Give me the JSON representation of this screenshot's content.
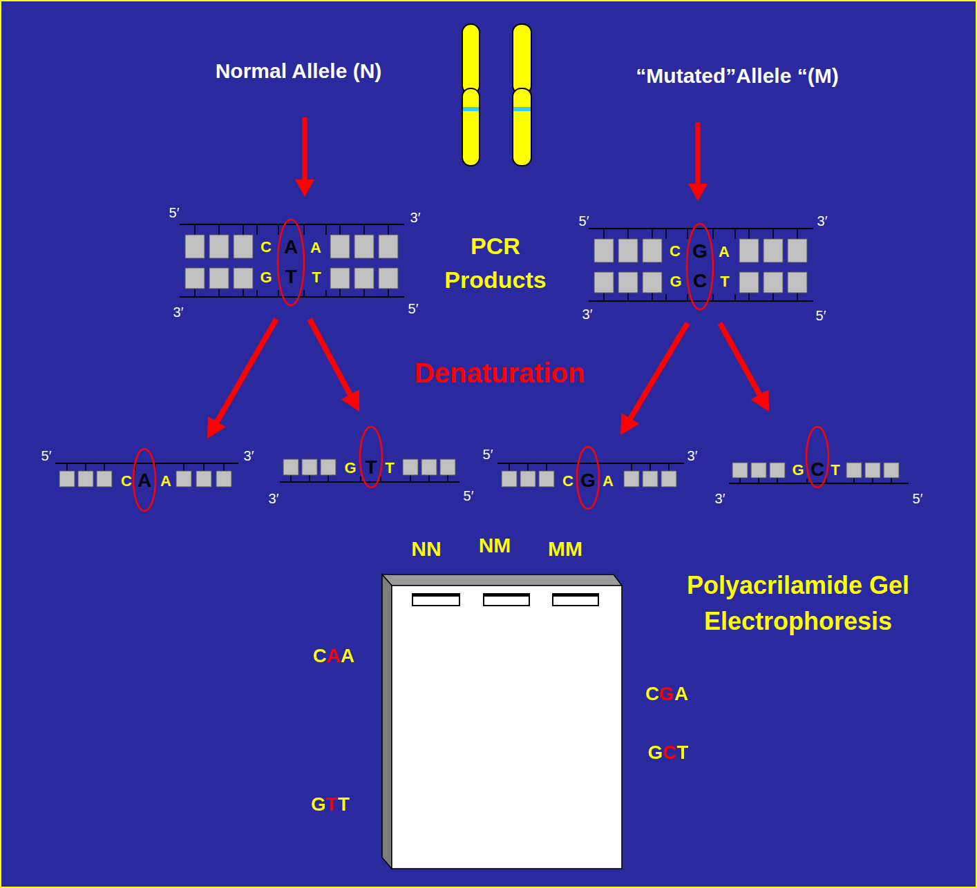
{
  "diagram": {
    "nodes": [
      {
        "text": [
          "C",
          "A",
          "A",
          "G",
          "T",
          "T"
        ]
      },
      {
        "text": [
          "C",
          "G",
          "A",
          "G",
          "C",
          "T"
        ]
      },
      {
        "text": [
          "C",
          "A",
          "A"
        ]
      },
      {
        "text": [
          "G",
          "T",
          "T"
        ]
      },
      {
        "text": [
          "C",
          "G",
          "A"
        ]
      },
      {
        "text": [
          "G",
          "C",
          "T"
        ]
      },
      {
        "text": [
          "NN",
          "NM",
          "MM"
        ]
      }
    ],
    "edges": [
      {
        "from": 0,
        "to": 2,
        "arrow": "to"
      },
      {
        "from": 0,
        "to": 3,
        "arrow": "to"
      },
      {
        "from": 1,
        "to": 4,
        "arrow": "to"
      },
      {
        "from": 1,
        "to": 5,
        "arrow": "to"
      }
    ],
    "labels": [
      "Normal Allele (N)",
      "“Mutated”Allele “(M)",
      "5′",
      "3′",
      "3′",
      "5′",
      "PCR Products",
      "5′",
      "3′",
      "3′",
      "5′",
      "Denaturation",
      "5′",
      "3′",
      "3′",
      "5′",
      "5′",
      "3′",
      "3′",
      "5′",
      "Polyacrilamide Gel Electrophoresis",
      "CAA",
      "CGA",
      "GCT",
      "GTT"
    ]
  }
}
